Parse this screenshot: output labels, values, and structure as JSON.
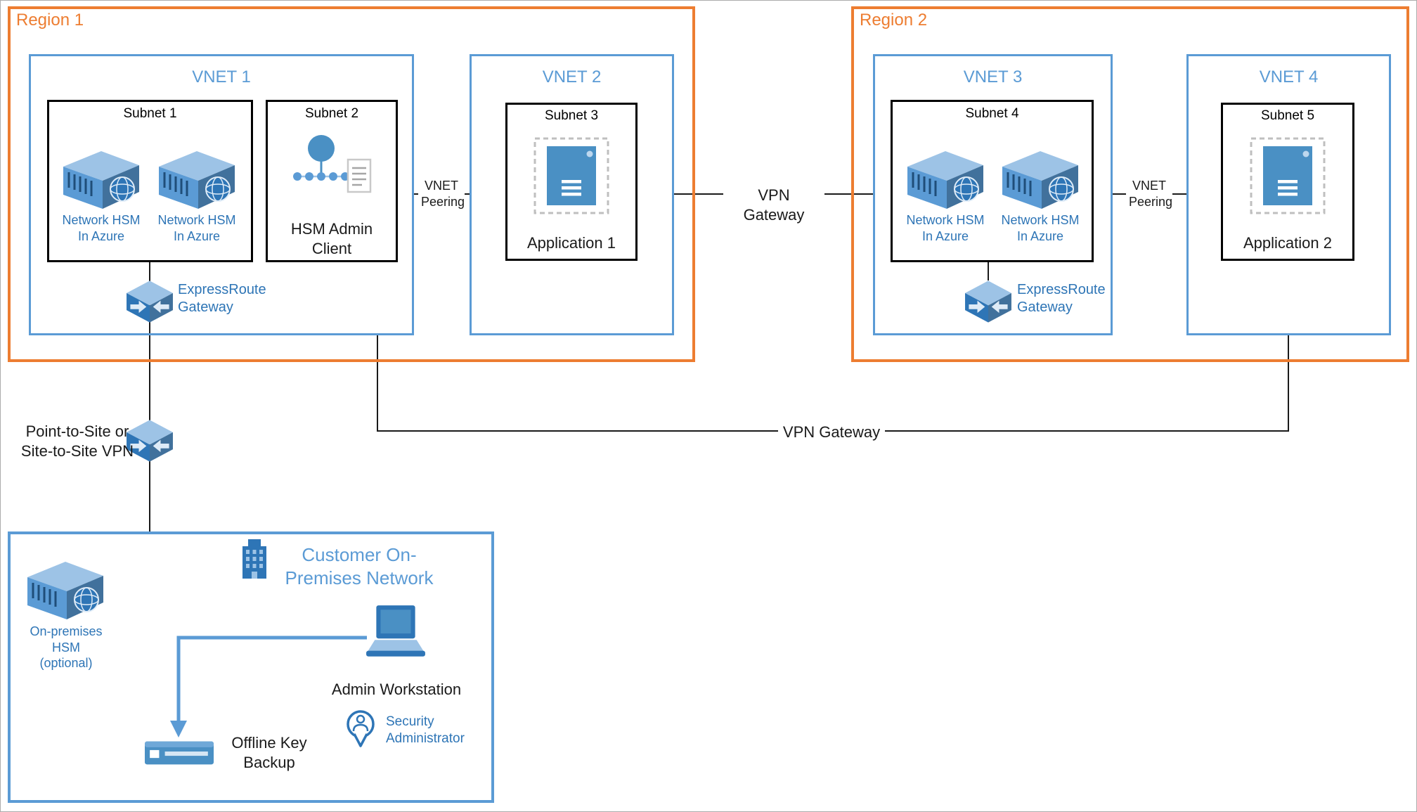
{
  "regions": {
    "region1": "Region 1",
    "region2": "Region 2"
  },
  "vnets": {
    "vnet1": "VNET 1",
    "vnet2": "VNET 2",
    "vnet3": "VNET 3",
    "vnet4": "VNET 4"
  },
  "subnets": {
    "subnet1": "Subnet 1",
    "subnet2": "Subnet 2",
    "subnet3": "Subnet 3",
    "subnet4": "Subnet 4",
    "subnet5": "Subnet 5"
  },
  "nodes": {
    "network_hsm": "Network HSM\nIn Azure",
    "hsm_admin_client": "HSM Admin\nClient",
    "application1": "Application 1",
    "application2": "Application 2",
    "expressroute_gateway": "ExpressRoute\nGateway",
    "onprem_hsm": "On-premises\nHSM\n(optional)",
    "admin_workstation": "Admin Workstation",
    "security_administrator": "Security\nAdministrator",
    "offline_key_backup": "Offline Key\nBackup"
  },
  "connections": {
    "vnet_peering": "VNET\nPeering",
    "vpn_gateway": "VPN Gateway",
    "point_to_site_vpn": "Point-to-Site or\nSite-to-Site VPN"
  },
  "onprem": {
    "title": "Customer On-\nPremises Network"
  },
  "colors": {
    "region_border": "#ED7D31",
    "vnet_border": "#5B9BD5",
    "subnet_border": "#000000",
    "icon_blue": "#4A90C4",
    "icon_blue_dark": "#2E75B6",
    "icon_blue_light": "#9DC3E6",
    "text_blue": "#2E75B6",
    "connector": "#1A1A1A",
    "arrow_blue": "#5B9BD5"
  }
}
